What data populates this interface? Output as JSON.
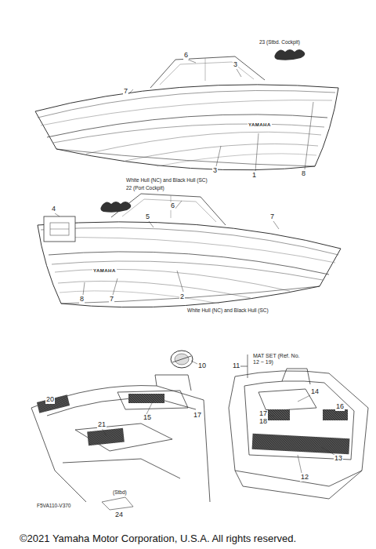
{
  "diagram": {
    "labels": [
      "23 (Stbd. Cockpit)",
      "7",
      "6",
      "3",
      "3",
      "1",
      "8",
      "White Hull (NC) and Black Hull (SC)",
      "YAMAHA",
      "22 (Port Cockpit)",
      "4",
      "5",
      "6",
      "7",
      "YAMAHA",
      "8",
      "7",
      "2",
      "White Hull (NC) and Black Hull (SC)",
      "11",
      "MAT SET (Ref. No. 12 ~ 19)",
      "10",
      "15",
      "21",
      "20",
      "17",
      "14",
      "17",
      "18",
      "16",
      "13",
      "12",
      "(Stbd)",
      "24",
      "F5VA110-V370",
      "©2021 Yamaha Motor Corporation, U.S.A. All rights reserved."
    ]
  }
}
